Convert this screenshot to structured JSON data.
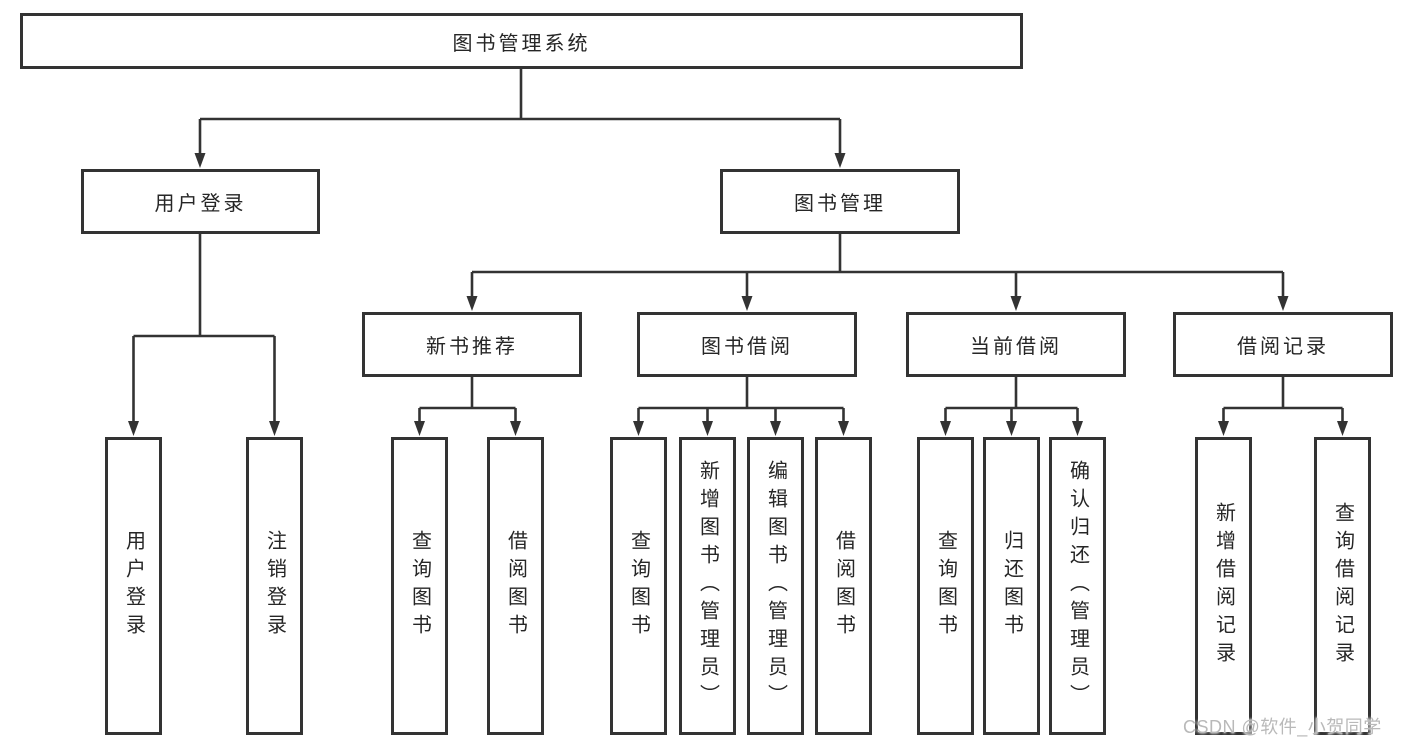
{
  "diagram_title": "图书管理系统",
  "tree": {
    "label": "图书管理系统",
    "children": [
      {
        "label": "用户登录",
        "children": [
          {
            "label": "用户登录"
          },
          {
            "label": "注销登录"
          }
        ]
      },
      {
        "label": "图书管理",
        "children": [
          {
            "label": "新书推荐",
            "children": [
              {
                "label": "查询图书"
              },
              {
                "label": "借阅图书"
              }
            ]
          },
          {
            "label": "图书借阅",
            "children": [
              {
                "label": "查询图书"
              },
              {
                "label": "新增图书（管理员）"
              },
              {
                "label": "编辑图书（管理员）"
              },
              {
                "label": "借阅图书"
              }
            ]
          },
          {
            "label": "当前借阅",
            "children": [
              {
                "label": "查询图书"
              },
              {
                "label": "归还图书"
              },
              {
                "label": "确认归还（管理员）"
              }
            ]
          },
          {
            "label": "借阅记录",
            "children": [
              {
                "label": "新增借阅记录"
              },
              {
                "label": "查询借阅记录"
              }
            ]
          }
        ]
      }
    ]
  },
  "watermark": {
    "text": "CSDN @软件_小贺同学"
  },
  "colors": {
    "line": "#333333",
    "box_border": "#333333",
    "box_fill": "#ffffff",
    "text": "#262626",
    "background": "#ffffff",
    "watermark": "#b9b9b9"
  }
}
